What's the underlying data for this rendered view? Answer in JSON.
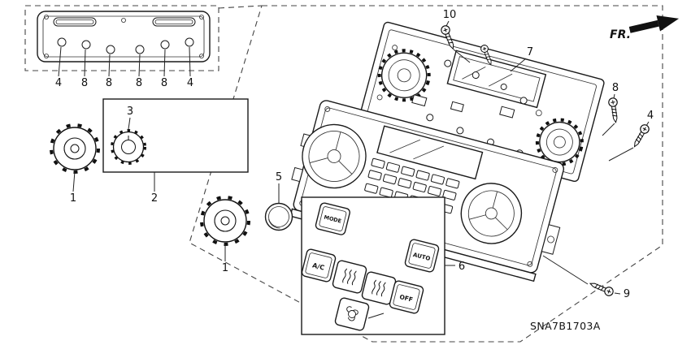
{
  "part_code": "SNA7B1703A",
  "fr_label": "FR.",
  "callouts": {
    "gasket": [
      "4",
      "8",
      "8",
      "8",
      "8",
      "4"
    ],
    "knob_large_upper": "1",
    "knob_large_lower": "1",
    "knob_small_box": "2",
    "knob_small": "3",
    "ring_cap": "5",
    "button_set": "6",
    "rear_panel": "7",
    "screw_side": "8",
    "screw_bracket": "4",
    "screw_tapping": "9",
    "screw_top": "10"
  },
  "buttons": {
    "mode": "MODE",
    "auto": "AUTO",
    "ac": "A/C",
    "off": "OFF"
  }
}
